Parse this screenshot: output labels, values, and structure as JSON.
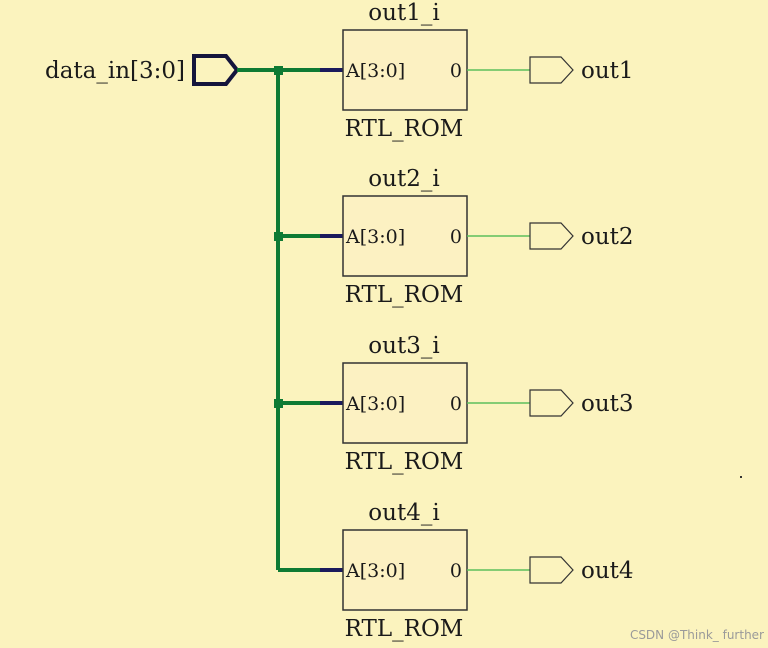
{
  "input_port": {
    "label": "data_in[3:0]"
  },
  "instances": [
    {
      "name": "out1_i",
      "type": "RTL_ROM",
      "in_pin": "A[3:0]",
      "out_pin": "0",
      "output": "out1"
    },
    {
      "name": "out2_i",
      "type": "RTL_ROM",
      "in_pin": "A[3:0]",
      "out_pin": "0",
      "output": "out2"
    },
    {
      "name": "out3_i",
      "type": "RTL_ROM",
      "in_pin": "A[3:0]",
      "out_pin": "0",
      "output": "out3"
    },
    {
      "name": "out4_i",
      "type": "RTL_ROM",
      "in_pin": "A[3:0]",
      "out_pin": "0",
      "output": "out4"
    }
  ],
  "watermark": "CSDN @Think_ further",
  "colors": {
    "background": "#FBF3BE",
    "block_fill": "#FCF1C2",
    "bus_wire": "#0E7A33",
    "output_wire": "#5CC05C",
    "pin_stub": "#1A1A5C",
    "outline": "#333333"
  }
}
